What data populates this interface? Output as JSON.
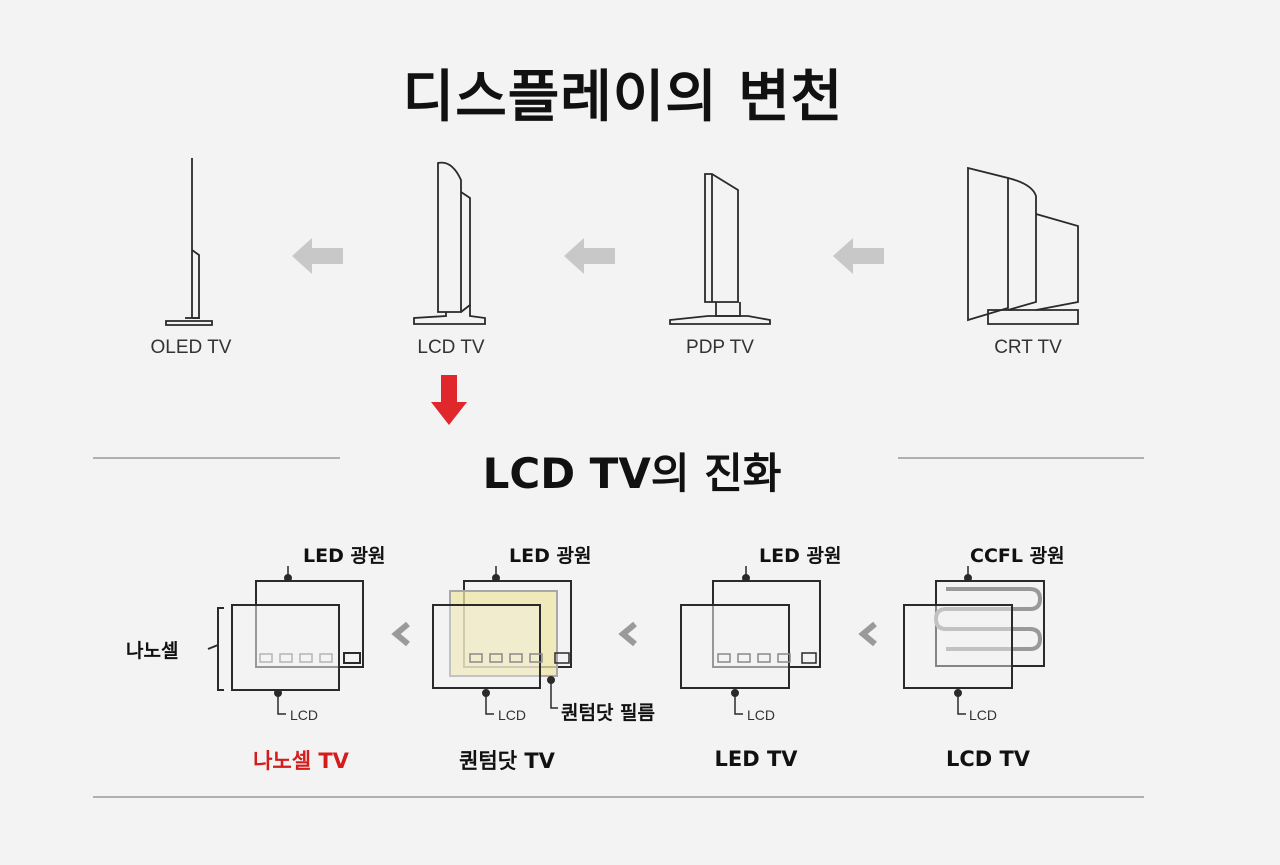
{
  "title": "디스플레이의 변천",
  "display_history": {
    "items": [
      "OLED TV",
      "LCD TV",
      "PDP TV",
      "CRT TV"
    ]
  },
  "subtitle": "LCD TV의 진화",
  "evolution": {
    "generations": [
      {
        "name": "나노셀 TV",
        "light_source": "LED 광원",
        "side_label": "나노셀",
        "panel_label": "LCD",
        "color": "#d41c1c"
      },
      {
        "name": "퀀텀닷 TV",
        "light_source": "LED 광원",
        "film_label": "퀀텀닷 필름",
        "panel_label": "LCD",
        "color": "#111111"
      },
      {
        "name": "LED TV",
        "light_source": "LED 광원",
        "panel_label": "LCD",
        "color": "#111111"
      },
      {
        "name": "LCD TV",
        "light_source": "CCFL 광원",
        "panel_label": "LCD",
        "color": "#111111"
      }
    ]
  },
  "colors": {
    "accent_red": "#e0282c",
    "arrow_gray": "#c8c8c8",
    "quantum_film": "#efe6a6",
    "line": "#2a2a2a"
  }
}
